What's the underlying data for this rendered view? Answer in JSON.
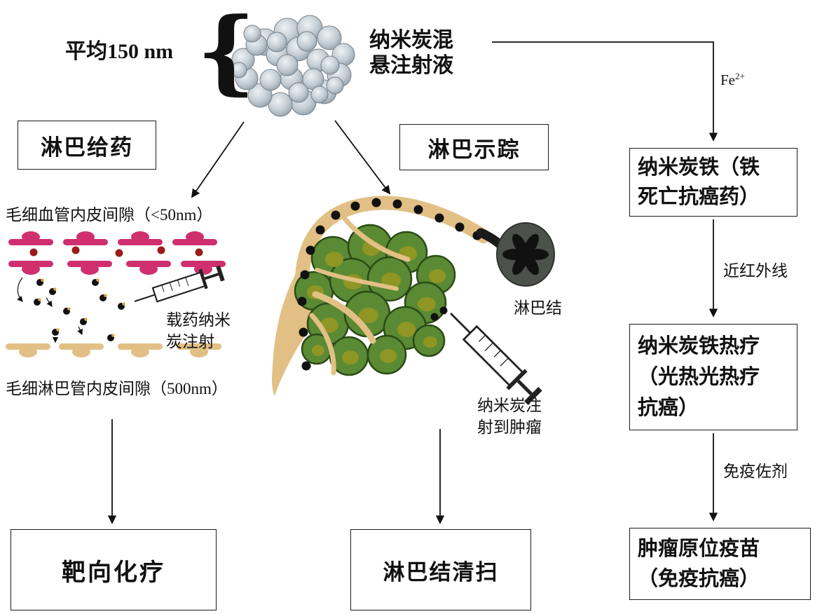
{
  "header": {
    "size_label": "平均150 nm",
    "brace": "{",
    "suspension_lines": [
      "纳米炭混",
      "悬注射液"
    ]
  },
  "branches": {
    "left": {
      "title": "淋巴给药",
      "capillary_gap_label": "毛细血管内皮间隙（<50nm）",
      "injection_lines": [
        "载药纳米",
        "炭注射"
      ],
      "lymph_capillary_gap_label": "毛细淋巴管内皮间隙（500nm）",
      "outcome": "靶向化疗"
    },
    "center": {
      "title": "淋巴示踪",
      "lymph_node_label": "淋巴结",
      "injection_lines": [
        "纳米炭注",
        "射到肿瘤"
      ],
      "outcome": "淋巴结清扫"
    },
    "right": {
      "fe_label": {
        "base": "Fe",
        "sup": "2+"
      },
      "step1_lines": [
        "纳米炭铁（铁",
        "死亡抗癌药）"
      ],
      "arrow1_label": "近红外线",
      "step2_lines": [
        "纳米炭铁热疗",
        "（光热光热疗",
        "抗癌）"
      ],
      "arrow2_label": "免疫佐剂",
      "step3_lines": [
        "肿瘤原位疫苗",
        "（免疫抗癌）"
      ]
    }
  },
  "colors": {
    "vessel_tan": "#e2c085",
    "capillary_magenta": "#cf2f6f",
    "rbc_dark_red": "#9b1c1c",
    "tumor_green": "#5a8a33",
    "tumor_core_olive": "#8f9623",
    "lymph_node_dark": "#4c514c",
    "particle_black": "#111111"
  }
}
